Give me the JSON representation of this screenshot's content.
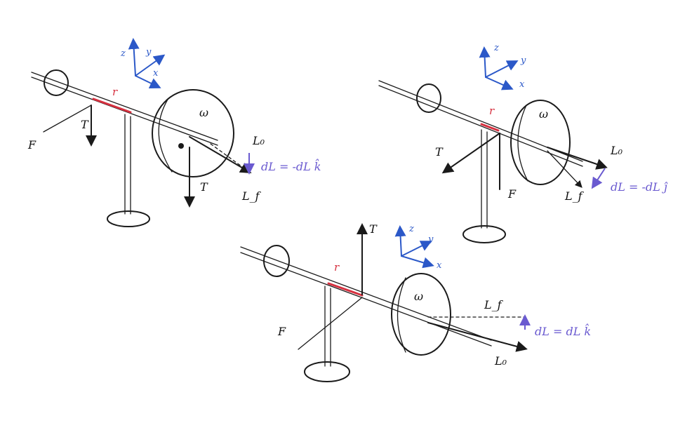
{
  "colors": {
    "ink": "#1a1a1a",
    "axes_blue": "#2b58c8",
    "radius_red": "#d6303f",
    "dL_purple": "#6a5ad0"
  },
  "panels": [
    {
      "id": "top-left",
      "axes": {
        "z": "z",
        "y": "y",
        "x": "x"
      },
      "labels": {
        "r": "r",
        "T_near": "T",
        "F": "F",
        "omega": "ω",
        "L0": "L₀",
        "T_far": "T",
        "Lf": "L_f",
        "dL_eq": "dL = -dL k̂"
      }
    },
    {
      "id": "top-right",
      "axes": {
        "z": "z",
        "y": "y",
        "x": "x"
      },
      "labels": {
        "r": "r",
        "T_near": "T",
        "F": "F",
        "omega": "ω",
        "L0": "L₀",
        "Lf": "L_f",
        "dL_eq": "dL = -dL ĵ"
      }
    },
    {
      "id": "bottom",
      "axes": {
        "z": "z",
        "y": "y",
        "x": "x"
      },
      "labels": {
        "r": "r",
        "T_up": "T",
        "F": "F",
        "omega": "ω",
        "L0": "L₀",
        "Lf": "L_f",
        "dL_eq": "dL = dL k̂"
      }
    }
  ]
}
